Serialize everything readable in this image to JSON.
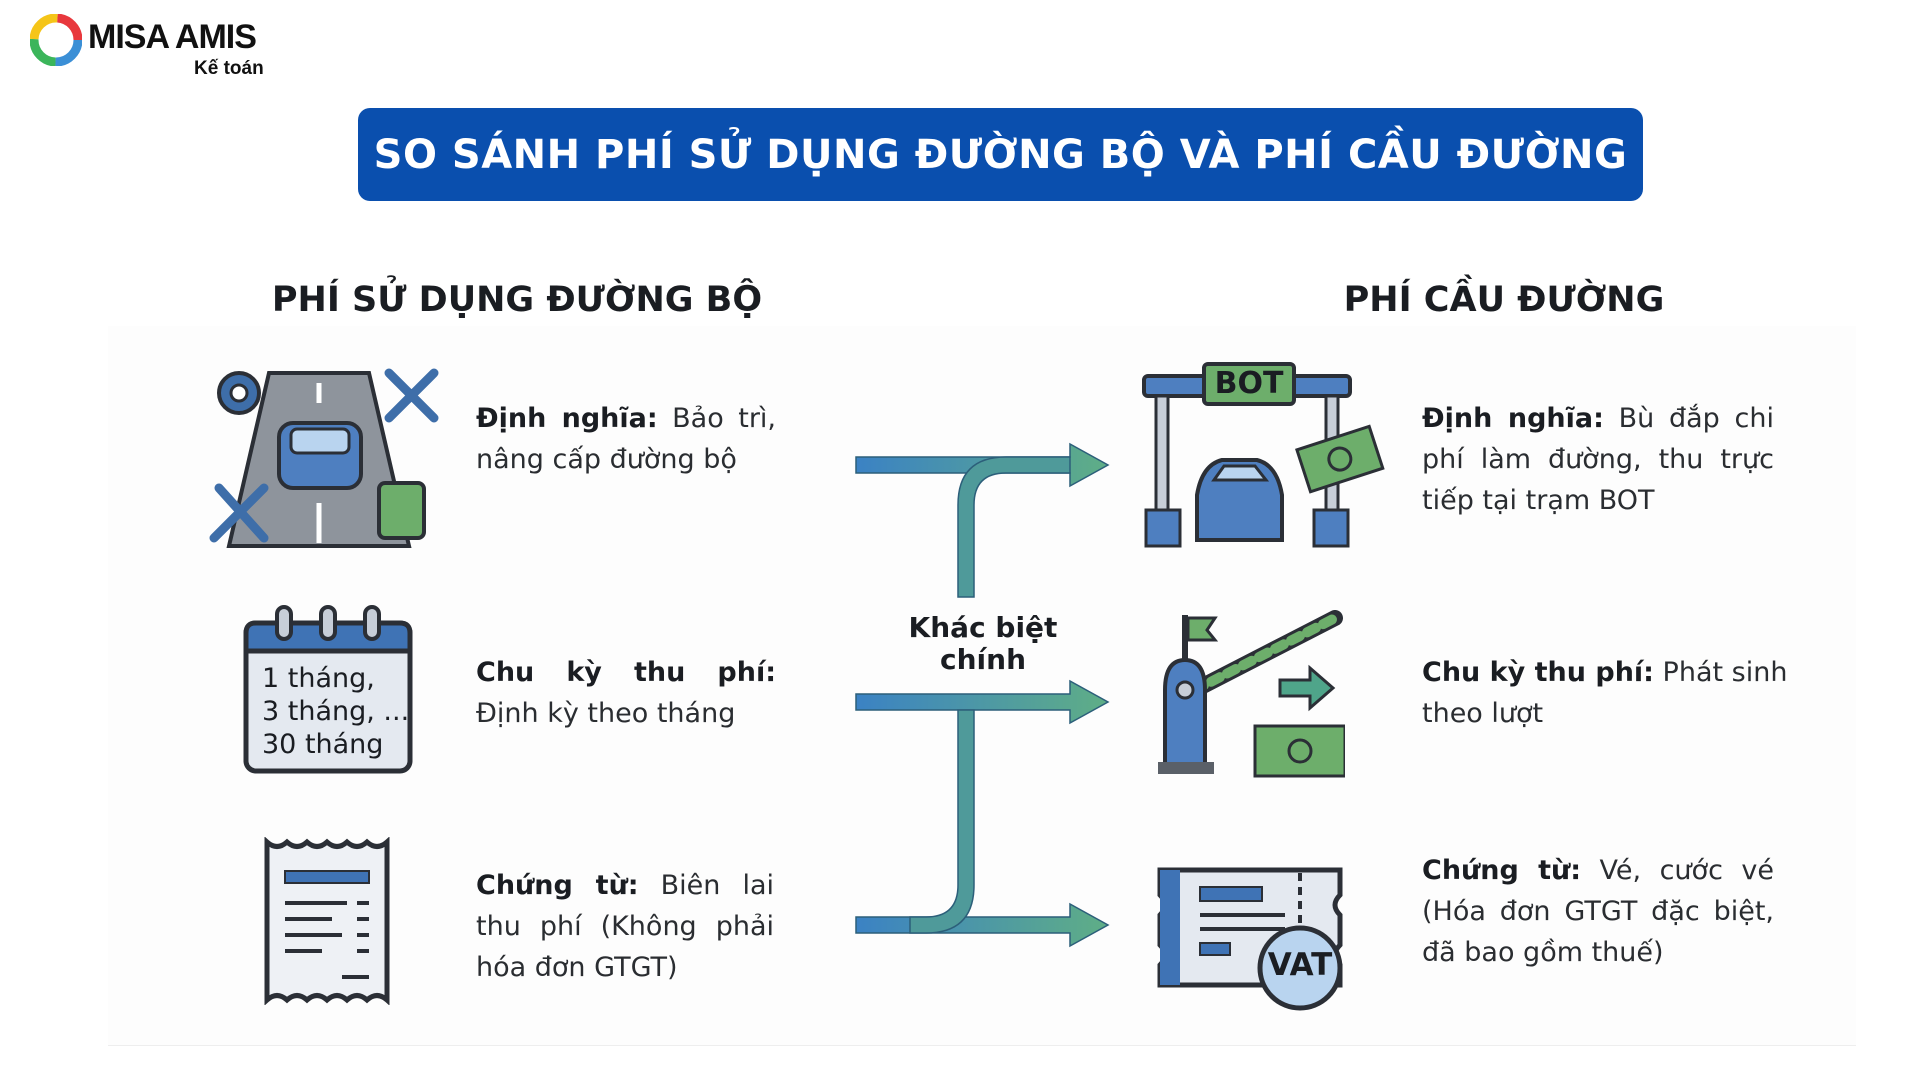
{
  "logo": {
    "brand": "MISA AMIS",
    "sub": "Kế toán"
  },
  "title": "SO SÁNH PHÍ SỬ DỤNG ĐƯỜNG BỘ VÀ PHÍ CẦU ĐƯỜNG",
  "left": {
    "header": "PHÍ  SỬ DỤNG ĐƯỜNG BỘ",
    "rows": [
      {
        "label": "Định nghĩa:",
        "text": " Bảo trì, nâng cấp đường bộ"
      },
      {
        "label": "Chu kỳ thu phí:",
        "text": " Định kỳ theo tháng"
      },
      {
        "label": "Chứng từ:",
        "text": " Biên lai thu phí (Không phải hóa đơn GTGT)"
      }
    ],
    "calendar_text": [
      "1 tháng,",
      "3 tháng, ...",
      "30 tháng"
    ]
  },
  "center": {
    "label_line1": "Khác biệt",
    "label_line2": "chính"
  },
  "right": {
    "header": "PHÍ CẦU ĐƯỜNG",
    "rows": [
      {
        "label": "Định nghĩa:",
        "text": " Bù đắp chi phí làm đường, thu trực tiếp tại trạm BOT"
      },
      {
        "label": "Chu kỳ thu phí:",
        "text": " Phát sinh theo lượt"
      },
      {
        "label": "Chứng từ:",
        "text": " Vé, cước vé (Hóa đơn GTGT đặc biệt, đã bao gồm thuế)"
      }
    ],
    "bot_sign": "BOT",
    "vat_badge": "VAT"
  },
  "colors": {
    "banner": "#0a4fae",
    "blue": "#3a74b8",
    "green": "#5da56a",
    "arrow_start": "#3b82c4",
    "arrow_end": "#5fae86"
  }
}
